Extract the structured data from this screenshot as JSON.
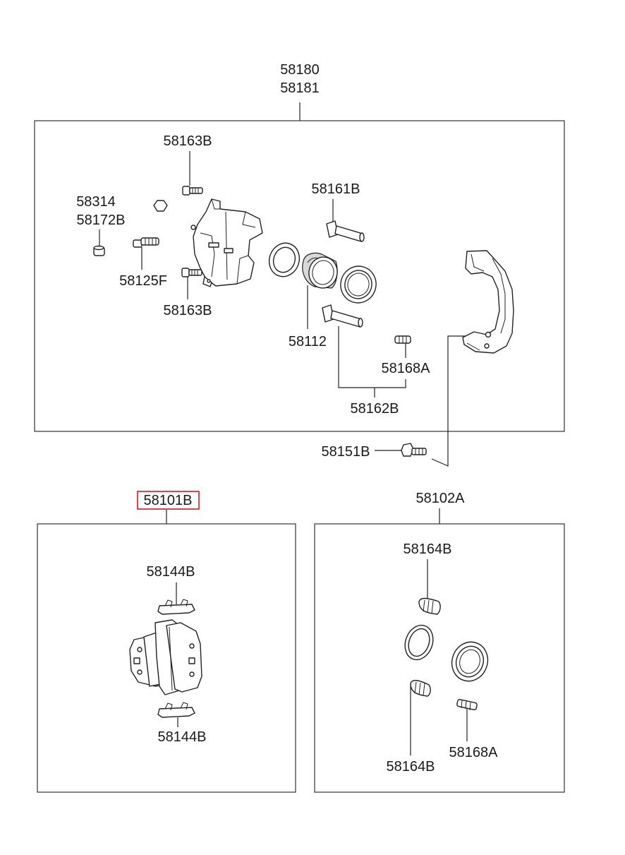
{
  "caliper_assembly": {
    "label_1": "58180",
    "label_2": "58181",
    "parts": {
      "bolt_top": "58163B",
      "cap_1": "58314",
      "cap_2": "58172B",
      "bleeder": "58125F",
      "bolt_bottom": "58163B",
      "guide_pin_top": "58161B",
      "piston": "58112",
      "boot": "58168A",
      "guide_pin_bottom": "58162B"
    }
  },
  "mount_bolt": "58151B",
  "pad_kit": {
    "label": "58101B",
    "highlight_color": "#e0161b",
    "clip_top": "58144B",
    "clip_bottom": "58144B"
  },
  "seal_kit": {
    "label": "58102A",
    "boot_top": "58164B",
    "boot_bottom": "58164B",
    "boot_small": "58168A"
  }
}
